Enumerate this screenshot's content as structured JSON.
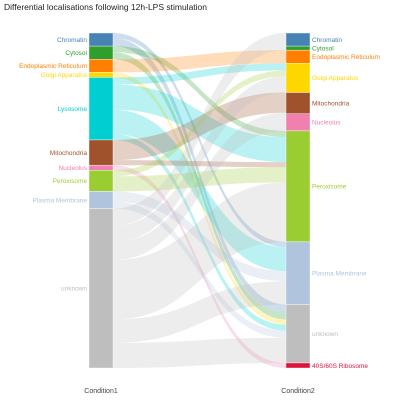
{
  "chart_data": {
    "type": "sankey",
    "title": "Differential localisations following 12h-LPS stimulation",
    "axes": [
      "Condition1",
      "Condition2"
    ],
    "colors": {
      "Chromatin": "#4682b4",
      "Cytosol": "#2e9e2e",
      "Endoplasmic Reticulum": "#ff8000",
      "Golgi Apparatus": "#ffd700",
      "Lysosome": "#00ced1",
      "Mitochondria": "#a0522d",
      "Nucleolus": "#f080b0",
      "Peroxisome": "#9acd32",
      "Plasma Membrane": "#b0c4de",
      "unknown": "#bebebe",
      "40S/60S Ribosome": "#dc143c"
    },
    "left_nodes": [
      {
        "name": "Chromatin",
        "value": 13
      },
      {
        "name": "Cytosol",
        "value": 13
      },
      {
        "name": "Endoplasmic Reticulum",
        "value": 13
      },
      {
        "name": "Golgi Apparatus",
        "value": 5
      },
      {
        "name": "Lysosome",
        "value": 62
      },
      {
        "name": "Mitochondria",
        "value": 25
      },
      {
        "name": "Nucleolus",
        "value": 5
      },
      {
        "name": "Peroxisome",
        "value": 21
      },
      {
        "name": "Plasma Membrane",
        "value": 17
      },
      {
        "name": "unknown",
        "value": 158
      }
    ],
    "right_nodes": [
      {
        "name": "Chromatin",
        "value": 13
      },
      {
        "name": "Cytosol",
        "value": 4
      },
      {
        "name": "Endoplasmic Reticulum",
        "value": 13
      },
      {
        "name": "Golgi Apparatus",
        "value": 29
      },
      {
        "name": "Mitochondria",
        "value": 21
      },
      {
        "name": "Nucleolus",
        "value": 17
      },
      {
        "name": "Peroxisome",
        "value": 110
      },
      {
        "name": "Plasma Membrane",
        "value": 62
      },
      {
        "name": "unknown",
        "value": 58
      },
      {
        "name": "40S/60S Ribosome",
        "value": 5
      }
    ],
    "flows": [
      {
        "from": "Chromatin",
        "to": "Plasma Membrane",
        "value": 5
      },
      {
        "from": "Chromatin",
        "to": "unknown",
        "value": 8
      },
      {
        "from": "Cytosol",
        "to": "Peroxisome",
        "value": 6
      },
      {
        "from": "Cytosol",
        "to": "unknown",
        "value": 7
      },
      {
        "from": "Endoplasmic Reticulum",
        "to": "Endoplasmic Reticulum",
        "value": 13
      },
      {
        "from": "Golgi Apparatus",
        "to": "unknown",
        "value": 5
      },
      {
        "from": "Lysosome",
        "to": "Golgi Apparatus",
        "value": 7
      },
      {
        "from": "Lysosome",
        "to": "Peroxisome",
        "value": 25
      },
      {
        "from": "Lysosome",
        "to": "Plasma Membrane",
        "value": 24
      },
      {
        "from": "Lysosome",
        "to": "unknown",
        "value": 6
      },
      {
        "from": "Mitochondria",
        "to": "Mitochondria",
        "value": 20
      },
      {
        "from": "Mitochondria",
        "to": "Peroxisome",
        "value": 5
      },
      {
        "from": "Nucleolus",
        "to": "40S/60S Ribosome",
        "value": 5
      },
      {
        "from": "Peroxisome",
        "to": "Golgi Apparatus",
        "value": 6
      },
      {
        "from": "Peroxisome",
        "to": "Peroxisome",
        "value": 15
      },
      {
        "from": "Plasma Membrane",
        "to": "Plasma Membrane",
        "value": 10
      },
      {
        "from": "Plasma Membrane",
        "to": "unknown",
        "value": 7
      },
      {
        "from": "unknown",
        "to": "Chromatin",
        "value": 13
      },
      {
        "from": "unknown",
        "to": "Cytosol",
        "value": 4
      },
      {
        "from": "unknown",
        "to": "Golgi Apparatus",
        "value": 16
      },
      {
        "from": "unknown",
        "to": "Mitochondria",
        "value": 1
      },
      {
        "from": "unknown",
        "to": "Nucleolus",
        "value": 17
      },
      {
        "from": "unknown",
        "to": "Peroxisome",
        "value": 59
      },
      {
        "from": "unknown",
        "to": "Plasma Membrane",
        "value": 23
      },
      {
        "from": "unknown",
        "to": "unknown",
        "value": 25
      }
    ]
  }
}
